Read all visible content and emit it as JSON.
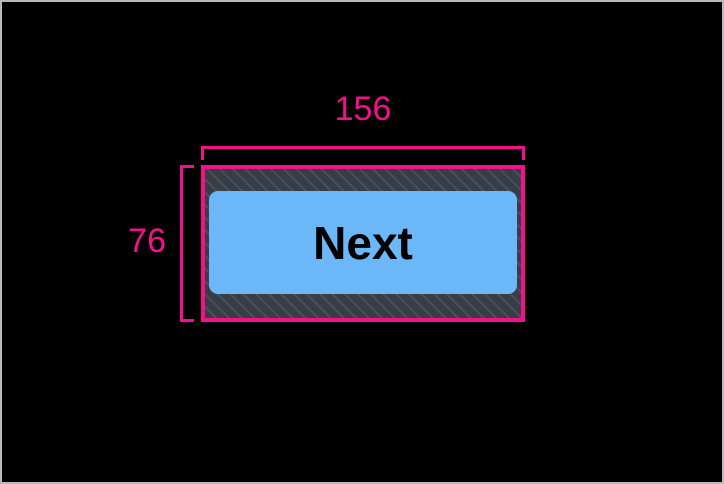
{
  "canvas": {
    "background_color": "#000000",
    "frame_border_color": "#b9b9b9"
  },
  "annotation": {
    "accent_color": "#f4108c",
    "width_label": "156",
    "height_label": "76",
    "width_units": "px",
    "height_units": "px"
  },
  "measured_element": {
    "type": "button",
    "label": "Next",
    "surface_color": "#6cb7f8",
    "padding_fill_color": "#363d46",
    "padding_hatch_color": "#474f59",
    "label_color": "#000000",
    "highlight_border_color": "#f4108c"
  }
}
